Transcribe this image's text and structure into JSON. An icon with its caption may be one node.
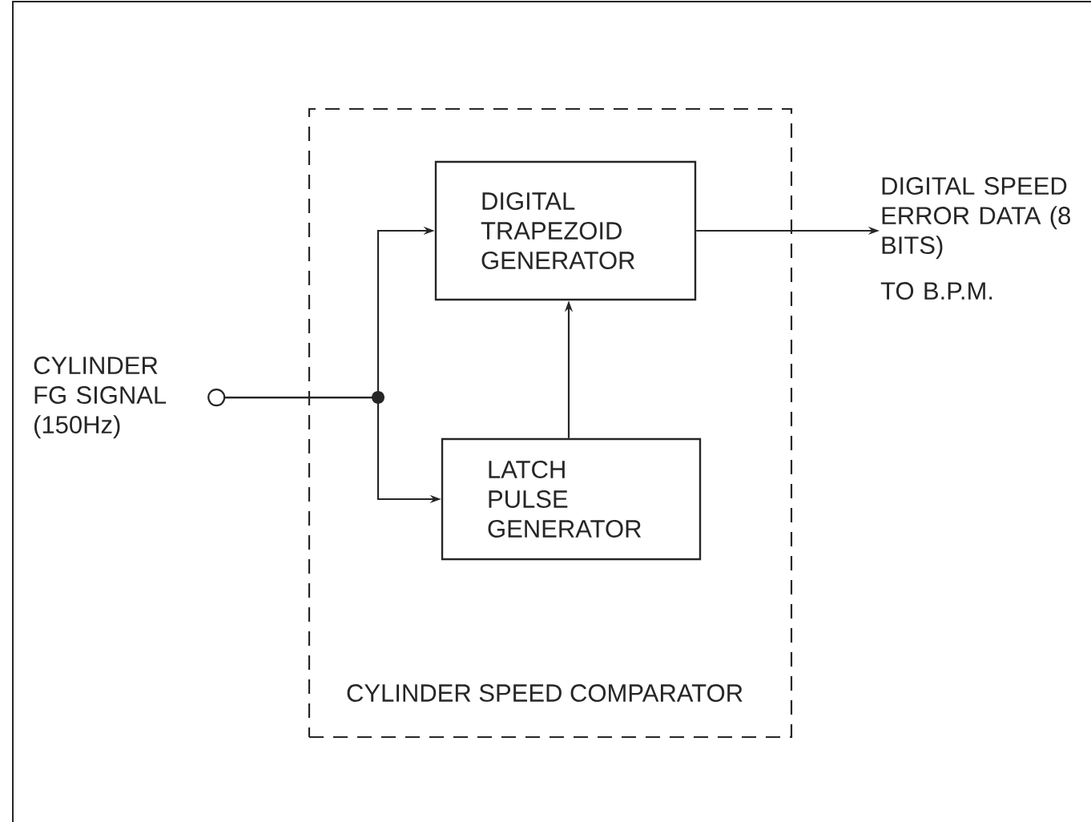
{
  "diagram": {
    "nodes": [
      {
        "text": [
          "CYLINDER SPEED COMPARATOR"
        ]
      },
      {
        "text": [
          "DIGITAL TRAPEZOID GENERATOR"
        ],
        "in": 0
      },
      {
        "text": [
          "LATCH PULSE GENERATOR"
        ],
        "in": 0
      },
      {
        "text": [
          "CYLINDER FG SIGNAL (150Hz)"
        ]
      },
      {
        "text": [
          "DIGITAL SPEED ERROR DATA (8 BITS)",
          "TO B.P.M."
        ]
      }
    ],
    "edges": [
      {
        "from": 3,
        "to": 1,
        "arrow": "to"
      },
      {
        "from": 3,
        "to": 2,
        "arrow": "to"
      },
      {
        "from": 2,
        "to": 1,
        "arrow": "to"
      },
      {
        "from": 1,
        "to": 4,
        "arrow": "to"
      }
    ]
  }
}
